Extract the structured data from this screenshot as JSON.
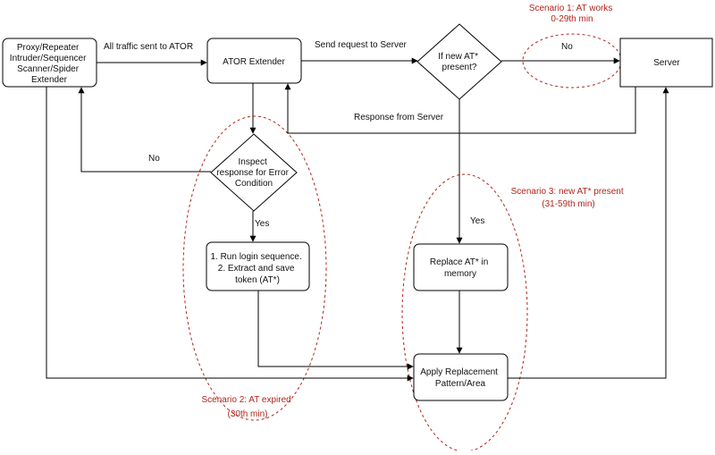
{
  "nodes": {
    "proxy": [
      "Proxy/Repeater",
      "Intruder/Sequencer",
      "Scanner/Spider",
      "Extender"
    ],
    "ator": [
      "ATOR Extender"
    ],
    "decision_new_at": [
      "If new AT*",
      "present?"
    ],
    "server": [
      "Server"
    ],
    "inspect": [
      "Inspect",
      "response for Error",
      "Condition"
    ],
    "login": [
      "1. Run login sequence.",
      "2. Extract and save",
      "token (AT*)"
    ],
    "replace": [
      "Replace AT* in",
      "memory"
    ],
    "apply": [
      "Apply Replacement",
      "Pattern/Area"
    ]
  },
  "edge_labels": {
    "all_traffic": "All traffic sent to ATOR",
    "send_request": "Send request to Server",
    "no_top": "No",
    "response_from_server": "Response from Server",
    "no_left": "No",
    "yes_inspect": "Yes",
    "yes_replace": "Yes"
  },
  "scenarios": {
    "s1": [
      "Scenario 1: AT works",
      "0-29th min"
    ],
    "s2": [
      "Scenario 2: AT expired",
      "(30th min)"
    ],
    "s3": [
      "Scenario 3: new AT* present",
      "(31-59th min)"
    ]
  },
  "colors": {
    "scenario": "#b2251c",
    "line": "#000000"
  }
}
